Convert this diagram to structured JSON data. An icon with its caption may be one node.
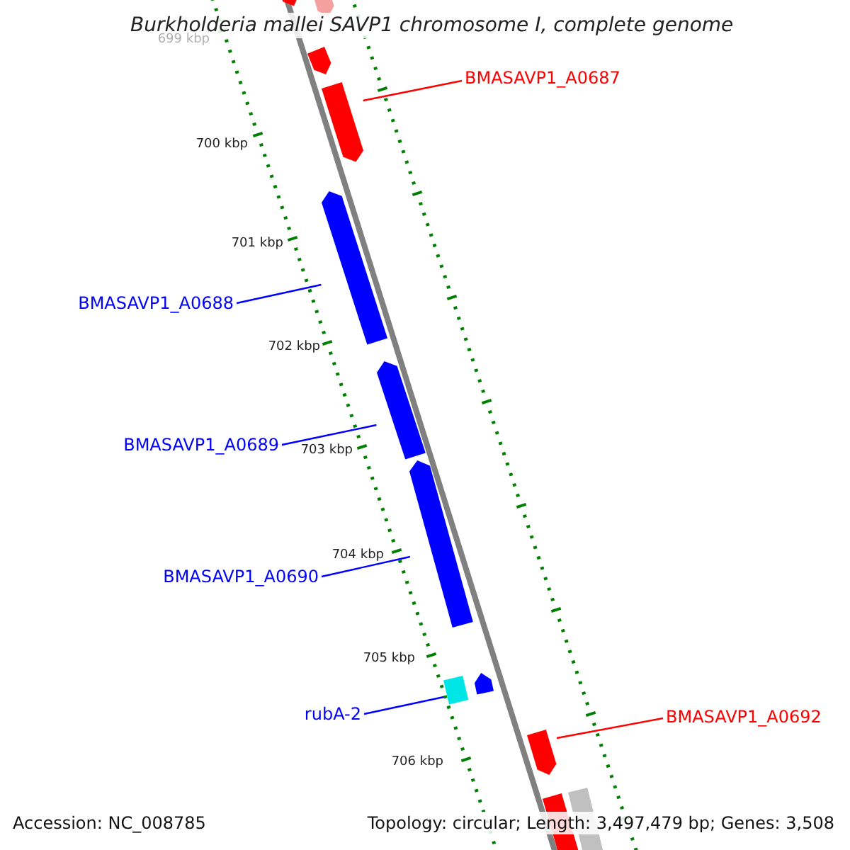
{
  "diagram": {
    "title": "Burkholderia mallei SAVP1 chromosome I, complete genome",
    "nodes": [
      {
        "text": [],
        "shape": "bar"
      },
      {
        "text": [],
        "shape": "bar"
      },
      {
        "text": [],
        "shape": "bar"
      },
      {
        "text": [
          "BMASAVP1_A0687"
        ]
      },
      {
        "text": [],
        "shape": "bar"
      },
      {
        "text": [
          "BMASAVP1_A0688"
        ]
      },
      {
        "text": [],
        "shape": "bar"
      },
      {
        "text": [
          "BMASAVP1_A0689"
        ]
      },
      {
        "text": [],
        "shape": "bar"
      },
      {
        "text": [
          "BMASAVP1_A0690"
        ]
      },
      {
        "text": [],
        "shape": "bar"
      },
      {
        "text": [
          "rubA-2"
        ]
      },
      {
        "text": [],
        "shape": "box"
      },
      {
        "text": [],
        "shape": "bar"
      },
      {
        "text": [
          "BMASAVP1_A0692"
        ]
      },
      {
        "text": [],
        "shape": "bar"
      },
      {
        "text": [],
        "shape": "bar"
      },
      {
        "text": [],
        "shape": "bar"
      }
    ],
    "edges": [
      {
        "from": 3,
        "to": 4,
        "arrow": "none",
        "color": "#ff0000"
      },
      {
        "from": 5,
        "to": 6,
        "arrow": "none"
      },
      {
        "from": 7,
        "to": 8,
        "arrow": "none"
      },
      {
        "from": 9,
        "to": 10,
        "arrow": "none"
      },
      {
        "from": 11,
        "to": 12,
        "arrow": "none"
      },
      {
        "from": 14,
        "to": 15,
        "arrow": "none",
        "color": "#ff0000"
      }
    ],
    "labels": [
      "699 kbp",
      "700 kbp",
      "701 kbp",
      "702 kbp",
      "703 kbp",
      "704 kbp",
      "705 kbp",
      "706 kbp",
      "Accession: NC_008785",
      "Topology: circular; Length: 3,497,479 bp; Genes: 3,508"
    ]
  }
}
